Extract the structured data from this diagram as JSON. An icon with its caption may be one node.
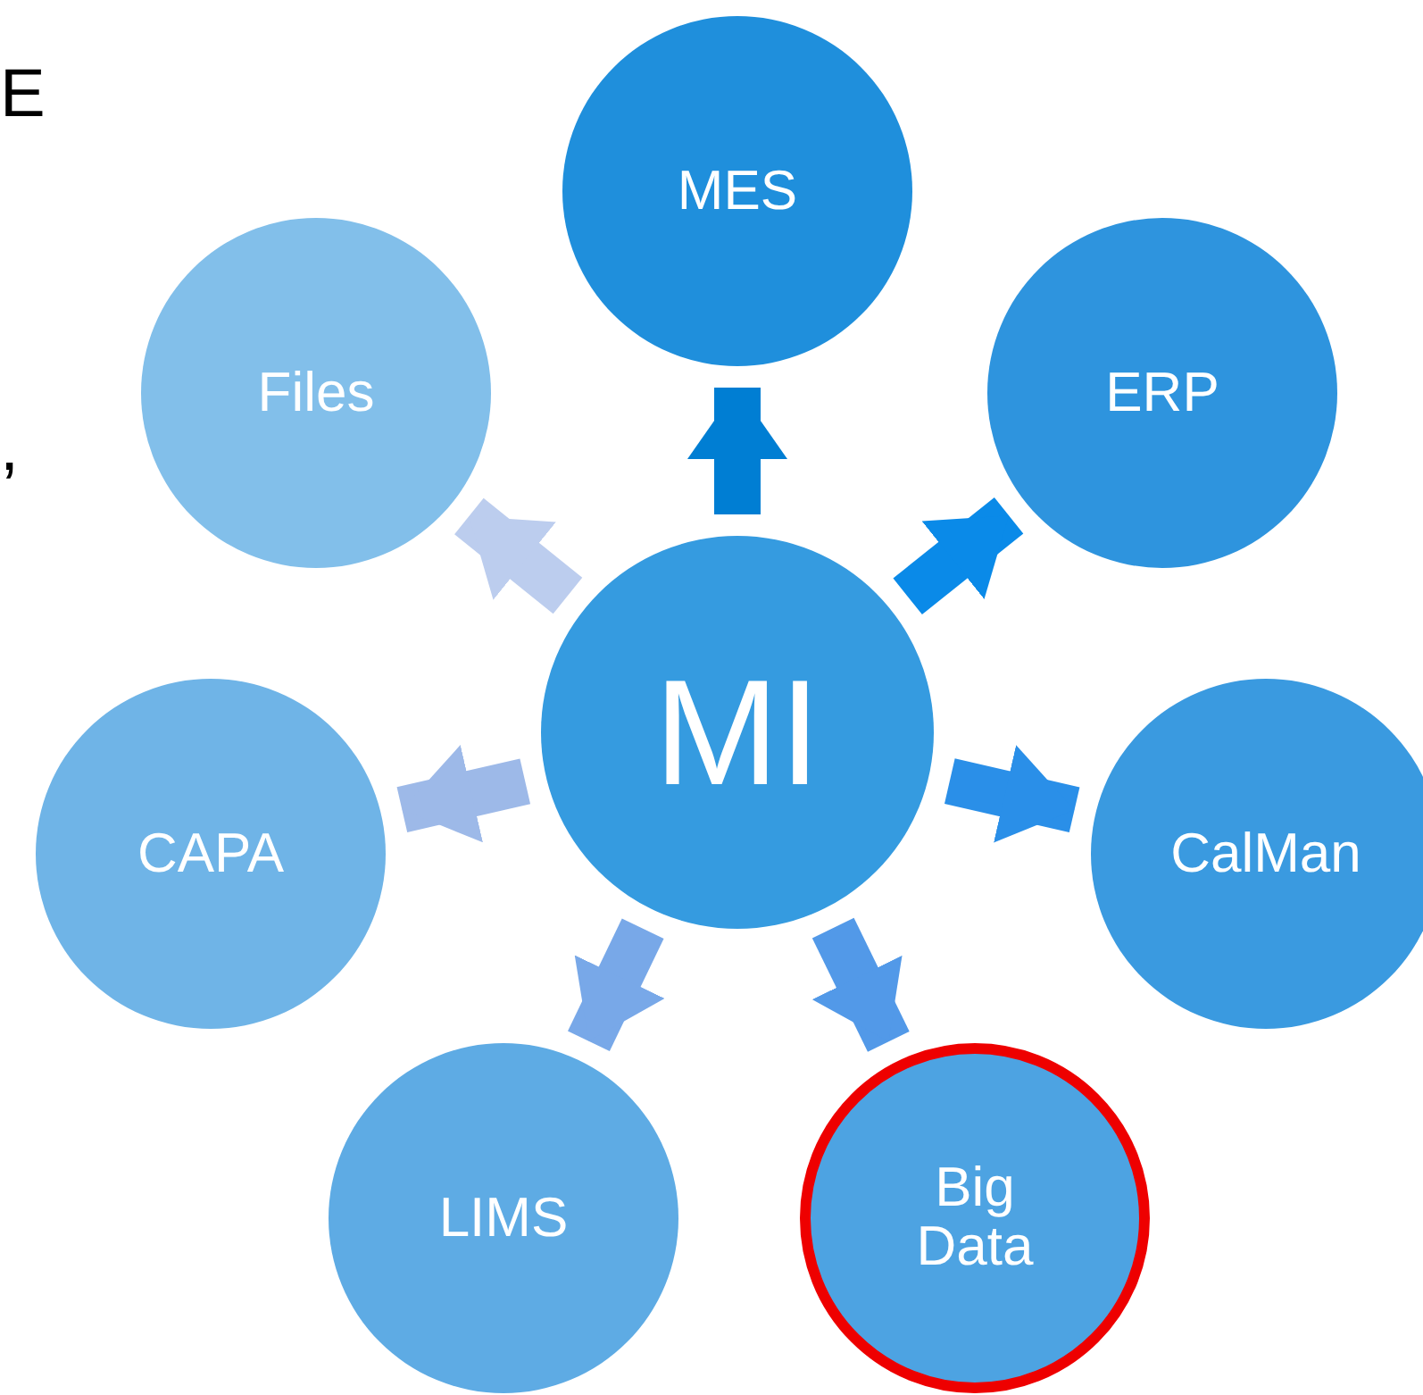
{
  "diagram": {
    "nodes": [
      {
        "text": [
          "MI"
        ]
      },
      {
        "text": [
          "MES"
        ]
      },
      {
        "text": [
          "ERP"
        ]
      },
      {
        "text": [
          "CalMan"
        ]
      },
      {
        "text": [
          "Big Data"
        ]
      },
      {
        "text": [
          "LIMS"
        ]
      },
      {
        "text": [
          "CAPA"
        ]
      },
      {
        "text": [
          "Files"
        ]
      }
    ],
    "edges": [
      {
        "from": 0,
        "to": 1,
        "arrow": "to",
        "color": "#007ed3"
      },
      {
        "from": 0,
        "to": 2,
        "arrow": "to",
        "color": "#0a8ae8"
      },
      {
        "from": 0,
        "to": 3,
        "arrow": "to",
        "color": "#2a8fe8"
      },
      {
        "from": 0,
        "to": 4,
        "arrow": "to",
        "color": "#5299e8"
      },
      {
        "from": 0,
        "to": 5,
        "arrow": "to",
        "color": "#78a8e8"
      },
      {
        "from": 0,
        "to": 6,
        "arrow": "to",
        "color": "#9db9e8"
      },
      {
        "from": 0,
        "to": 7,
        "arrow": "to",
        "color": "#bccdee"
      }
    ],
    "labels": [
      "E",
      ","
    ]
  }
}
